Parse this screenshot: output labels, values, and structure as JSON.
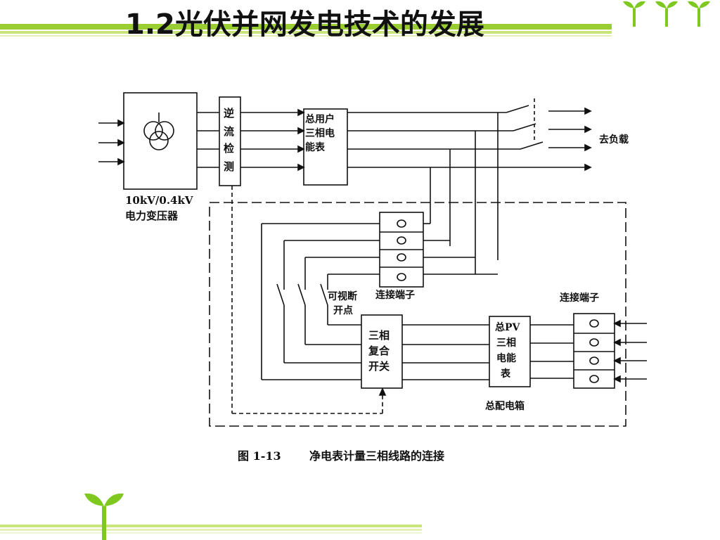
{
  "slide": {
    "title": "1.2光伏并网发电技术的发展",
    "colors": {
      "band_green": "#9acd32",
      "band_light": "#c8e47a",
      "sprout_green": "#7ec820",
      "line": "#111111"
    },
    "icons": [
      "sprout-icon"
    ]
  },
  "diagram": {
    "transformer_label": "10kV/0.4kV",
    "transformer_label2": "电力变压器",
    "reverse_flow_chars": [
      "逆",
      "流",
      "检",
      "测"
    ],
    "main_meter_lines": [
      "总用户",
      "三相电",
      "能表"
    ],
    "to_load": "去负载",
    "terminal_left": "连接端子",
    "terminal_right": "连接端子",
    "visible_break_line1": "可视断",
    "visible_break_line2": "开点",
    "switch_lines": [
      "三相",
      "复合",
      "开关"
    ],
    "pv_meter_lines": [
      "总PV",
      "三相",
      "电能",
      "表"
    ],
    "panel_label": "总配电箱",
    "caption_fig": "图 1-13",
    "caption_text": "净电表计量三相线路的连接"
  }
}
